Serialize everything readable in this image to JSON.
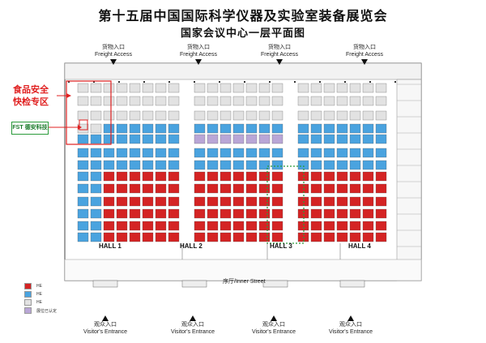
{
  "title": "第十五届中国国际科学仪器及实验室装备展览会",
  "subtitle": "国家会议中心一层平面图",
  "freight_access": [
    {
      "zh": "货物入口",
      "en": "Freight Access"
    },
    {
      "zh": "货物入口",
      "en": "Freight Access"
    },
    {
      "zh": "货物入口",
      "en": "Freight Access"
    },
    {
      "zh": "货物入口",
      "en": "Freight Access"
    }
  ],
  "visitor_entrances": [
    {
      "zh": "观众入口",
      "en": "Visitor's Entrance"
    },
    {
      "zh": "观众入口",
      "en": "Visitor's Entrance"
    },
    {
      "zh": "观众入口",
      "en": "Visitor's Entrance"
    },
    {
      "zh": "观众入口",
      "en": "Visitor's Entrance"
    }
  ],
  "halls": [
    "HALL 1",
    "HALL 2",
    "HALL 3",
    "HALL 4"
  ],
  "inner_street": "序厅/Inner Street",
  "food_safety_zone": [
    "食品安全",
    "快检专区"
  ],
  "exhibitor_logo": "FST 德安科技",
  "colors": {
    "red": "#d42424",
    "blue": "#4aa3df",
    "purple": "#b9a6d6",
    "grey": "#e2e2e2",
    "zone_border": "#e02020",
    "highlight_dotted": "#2a9a3a",
    "legend_swatches": [
      "#d42424",
      "#4aa3df",
      "#e2e2e2",
      "#b9a6d6"
    ]
  },
  "legend": [
    "HE",
    "HE",
    "HE",
    "展位已认定"
  ]
}
